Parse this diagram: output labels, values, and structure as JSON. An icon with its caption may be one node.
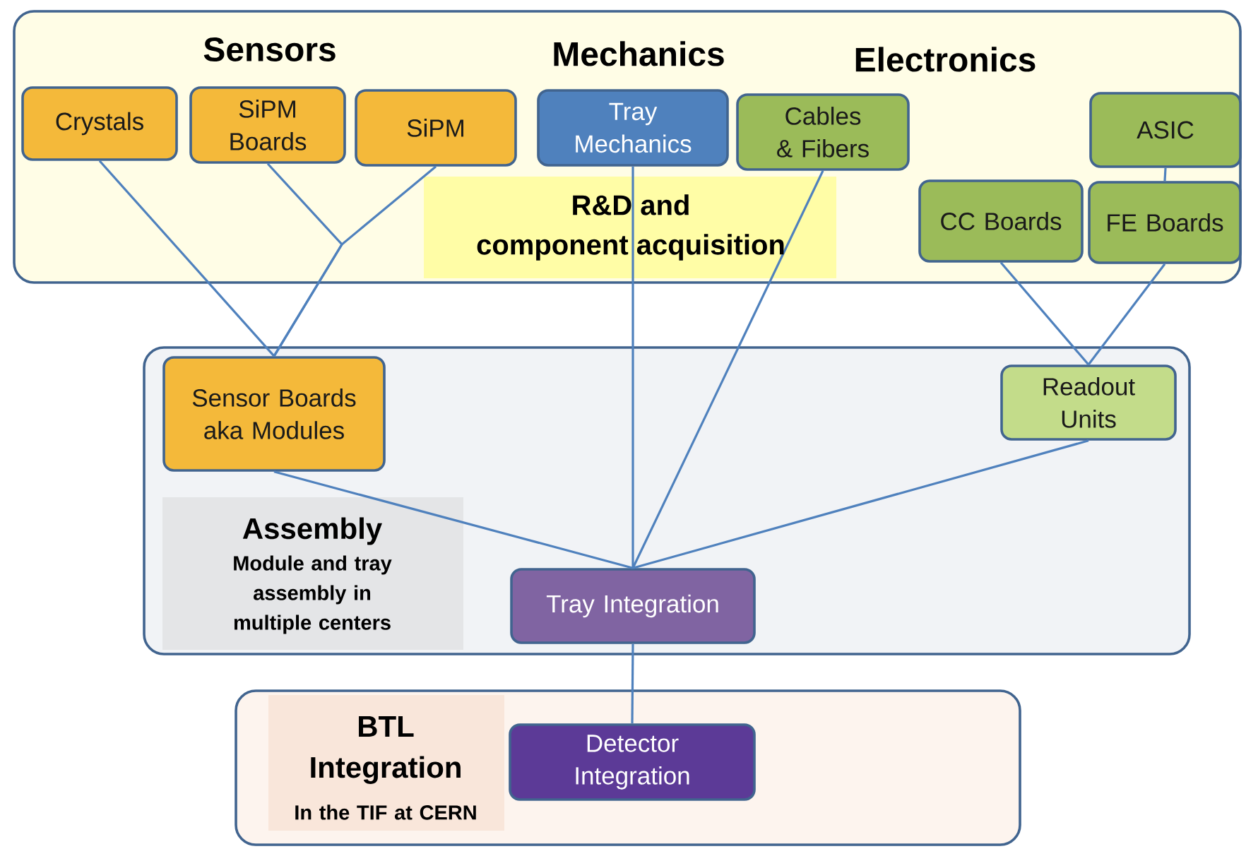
{
  "diagram": {
    "nodes": [
      {
        "text": [],
        "shape": "box"
      },
      {
        "text": [
          "Crystals"
        ],
        "in": 0
      },
      {
        "text": [
          "SiPM Boards"
        ],
        "in": 0
      },
      {
        "text": [
          "SiPM"
        ],
        "in": 0
      },
      {
        "text": [
          "Tray Mechanics"
        ],
        "in": 0
      },
      {
        "text": [
          "Cables & Fibers"
        ],
        "in": 0
      },
      {
        "text": [
          "ASIC"
        ],
        "in": 0
      },
      {
        "text": [
          "CC Boards"
        ],
        "in": 0
      },
      {
        "text": [
          "FE Boards"
        ],
        "in": 0
      },
      {
        "text": [],
        "shape": "box"
      },
      {
        "text": [
          "Sensor Boards aka Modules"
        ],
        "in": 9
      },
      {
        "text": [
          "Readout Units"
        ],
        "in": 9
      },
      {
        "text": [
          "Tray Integration"
        ],
        "in": 9
      },
      {
        "text": [],
        "shape": "box"
      },
      {
        "text": [
          "Detector Integration"
        ],
        "in": 13
      }
    ],
    "edges": [
      {
        "from": 1,
        "to": 10,
        "arrow": "none"
      },
      {
        "from": 2,
        "to": 10,
        "arrow": "none"
      },
      {
        "from": 3,
        "to": 10,
        "arrow": "none"
      },
      {
        "from": 6,
        "to": 8,
        "arrow": "none"
      },
      {
        "from": 7,
        "to": 11,
        "arrow": "none"
      },
      {
        "from": 8,
        "to": 11,
        "arrow": "none"
      },
      {
        "from": 10,
        "to": 12,
        "arrow": "none"
      },
      {
        "from": 4,
        "to": 12,
        "arrow": "none"
      },
      {
        "from": 5,
        "to": 12,
        "arrow": "none"
      },
      {
        "from": 11,
        "to": 12,
        "arrow": "none"
      },
      {
        "from": 12,
        "to": 14,
        "arrow": "none"
      }
    ],
    "labels": [
      "Sensors",
      "Mechanics",
      "Electronics",
      "R&D and component acquisition",
      "Assembly",
      "Module and tray assembly in multiple centers",
      "BTL Integration",
      "In the TIF at CERN"
    ]
  }
}
